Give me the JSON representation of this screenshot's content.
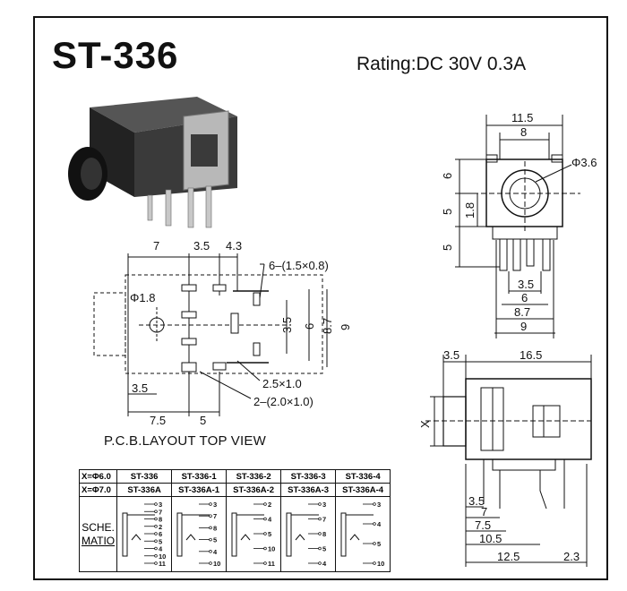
{
  "model": "ST-336",
  "rating": "Rating:DC 30V 0.3A",
  "pcb_caption": "P.C.B.LAYOUT TOP VIEW",
  "pcb_dims": {
    "top_7": "7",
    "top_3_5": "3.5",
    "top_4_3": "4.3",
    "hole_phi": "Φ1.8",
    "slot_top": "6–(1.5×0.8)",
    "v_3_5": "3.5",
    "v_6": "6",
    "v_8_7": "8.7",
    "v_9": "9",
    "slot_mid": "2.5×1.0",
    "slot_bot": "2–(2.0×1.0)",
    "bot_3_5": "3.5",
    "bot_7_5": "7.5",
    "bot_5": "5"
  },
  "front_dims": {
    "w_11_5": "11.5",
    "w_8": "8",
    "phi_3_6": "Φ3.6",
    "h_6": "6",
    "h_5": "5",
    "h_1_8": "1.8",
    "h_5b": "5",
    "p_3_5": "3.5",
    "p_6": "6",
    "p_8_7": "8.7",
    "p_9": "9"
  },
  "side_dims": {
    "top_3_5": "3.5",
    "top_16_5": "16.5",
    "x_label": "X",
    "b_3_5": "3.5",
    "b_7": "7",
    "b_7_5": "7.5",
    "b_10_5": "10.5",
    "b_12_5": "12.5",
    "b_2_3": "2.3"
  },
  "table": {
    "row1_head": "X=Φ6.0",
    "row1": [
      "ST-336",
      "ST-336-1",
      "ST-336-2",
      "ST-336-3",
      "ST-336-4"
    ],
    "row2_head": "X=Φ7.0",
    "row2": [
      "ST-336A",
      "ST-336A-1",
      "ST-336A-2",
      "ST-336A-3",
      "ST-336A-4"
    ],
    "sche_line1": "SCHE.",
    "sche_line2": "MATIO"
  },
  "schematic_pins": [
    [
      "3",
      "7",
      "8",
      "2",
      "6",
      "5",
      "4",
      "10",
      "11"
    ],
    [
      "3",
      "7",
      "8",
      "5",
      "4",
      "10"
    ],
    [
      "2",
      "4",
      "5",
      "10",
      "11"
    ],
    [
      "3",
      "7",
      "8",
      "5",
      "4"
    ],
    [
      "3",
      "4",
      "5",
      "10"
    ]
  ]
}
